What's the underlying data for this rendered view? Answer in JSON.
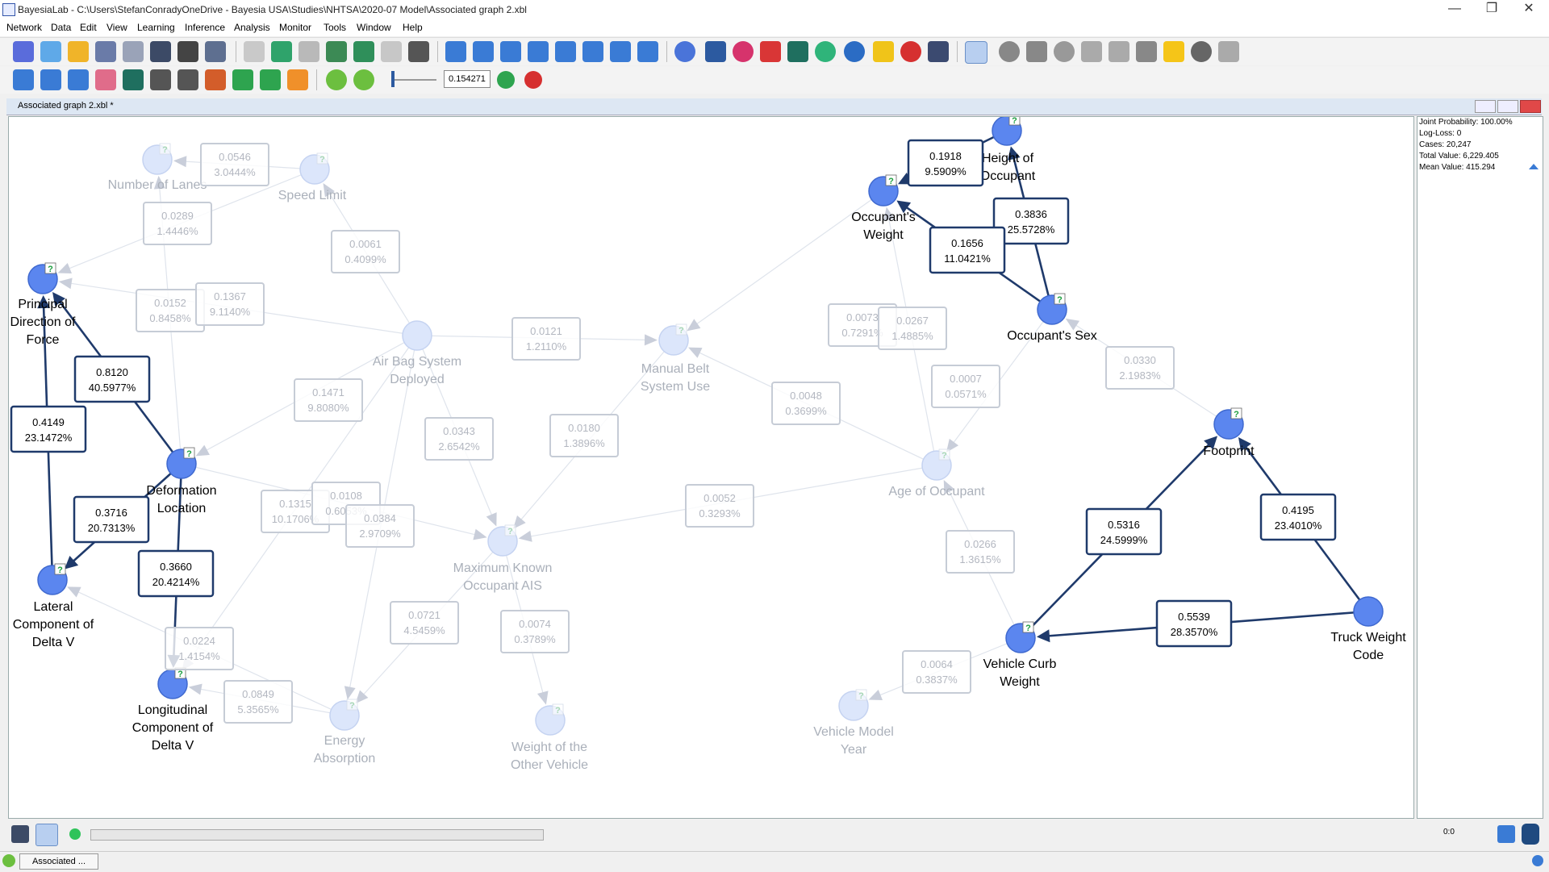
{
  "window": {
    "title": "BayesiaLab - C:\\Users\\StefanConradyOneDrive - Bayesia USA\\Studies\\NHTSA\\2020-07 Model\\Associated graph 2.xbl",
    "minimize": "—",
    "restore": "❐",
    "close": "✕"
  },
  "menu": [
    "Network",
    "Data",
    "Edit",
    "View",
    "Learning",
    "Inference",
    "Analysis",
    "Monitor",
    "Tools",
    "Window",
    "Help"
  ],
  "toolbar": {
    "threshold_value": "0.154271"
  },
  "document": {
    "tab_title": "Associated graph 2.xbl *"
  },
  "info_panel": {
    "joint_probability": "Joint Probability: 100.00%",
    "log_loss": "Log-Loss: 0",
    "cases": "Cases: 20,247",
    "total_value": "Total Value: 6,229.405",
    "mean_value": "Mean Value: 415.294"
  },
  "status": {
    "tab_label": "Associated ...",
    "counter": "0:0"
  },
  "graph": {
    "nodes": [
      {
        "id": "number_of_lanes",
        "label": [
          "Number of Lanes"
        ],
        "faded": true,
        "question": true
      },
      {
        "id": "speed_limit",
        "label": [
          "Speed Limit"
        ],
        "faded": true,
        "question": true
      },
      {
        "id": "principal_direction",
        "label": [
          "Principal",
          "Direction of",
          "Force"
        ],
        "faded": false,
        "question": true
      },
      {
        "id": "air_bag",
        "label": [
          "Air Bag System",
          "Deployed"
        ],
        "faded": true,
        "question": false
      },
      {
        "id": "manual_belt",
        "label": [
          "Manual Belt",
          "System Use"
        ],
        "faded": true,
        "question": true
      },
      {
        "id": "deformation_location",
        "label": [
          "Deformation",
          "Location"
        ],
        "faded": false,
        "question": true
      },
      {
        "id": "lateral_delta_v",
        "label": [
          "Lateral",
          "Component of",
          "Delta V"
        ],
        "faded": false,
        "question": true
      },
      {
        "id": "longitudinal_delta_v",
        "label": [
          "Longitudinal",
          "Component of",
          "Delta V"
        ],
        "faded": false,
        "question": true
      },
      {
        "id": "max_ais",
        "label": [
          "Maximum Known",
          "Occupant AIS"
        ],
        "faded": true,
        "question": true
      },
      {
        "id": "energy_absorption",
        "label": [
          "Energy",
          "Absorption"
        ],
        "faded": true,
        "question": true
      },
      {
        "id": "weight_other_vehicle",
        "label": [
          "Weight of the",
          "Other Vehicle"
        ],
        "faded": true,
        "question": true
      },
      {
        "id": "height_occupant",
        "label": [
          "Height of",
          "Occupant"
        ],
        "faded": false,
        "question": true
      },
      {
        "id": "occupant_weight",
        "label": [
          "Occupant's",
          "Weight"
        ],
        "faded": false,
        "question": true
      },
      {
        "id": "occupant_sex",
        "label": [
          "Occupant's Sex"
        ],
        "faded": false,
        "question": true
      },
      {
        "id": "age_occupant",
        "label": [
          "Age of Occupant"
        ],
        "faded": true,
        "question": true
      },
      {
        "id": "vehicle_model_year",
        "label": [
          "Vehicle Model",
          "Year"
        ],
        "faded": true,
        "question": true
      },
      {
        "id": "footprint",
        "label": [
          "Footprint"
        ],
        "faded": false,
        "question": true
      },
      {
        "id": "vehicle_curb_weight",
        "label": [
          "Vehicle Curb",
          "Weight"
        ],
        "faded": false,
        "question": true
      },
      {
        "id": "truck_weight_code",
        "label": [
          "Truck Weight",
          "Code"
        ],
        "faded": false,
        "question": false
      }
    ],
    "edges": [
      {
        "from": "speed_limit",
        "to": "number_of_lanes",
        "value": "0.0546",
        "percent": "3.0444%",
        "strong": false
      },
      {
        "from": "speed_limit",
        "to": "principal_direction",
        "value": "0.0289",
        "percent": "1.4446%",
        "strong": false
      },
      {
        "from": "air_bag",
        "to": "speed_limit",
        "value": "0.0061",
        "percent": "0.4099%",
        "strong": false
      },
      {
        "from": "deformation_location",
        "to": "number_of_lanes",
        "value": "0.0152",
        "percent": "0.8458%",
        "strong": false
      },
      {
        "from": "air_bag",
        "to": "principal_direction",
        "value": "0.1367",
        "percent": "9.1140%",
        "strong": false
      },
      {
        "from": "air_bag",
        "to": "manual_belt",
        "value": "0.0121",
        "percent": "1.2110%",
        "strong": false
      },
      {
        "from": "air_bag",
        "to": "deformation_location",
        "value": "0.1471",
        "percent": "9.8080%",
        "strong": false
      },
      {
        "from": "air_bag",
        "to": "max_ais",
        "value": "0.0343",
        "percent": "2.6542%",
        "strong": false
      },
      {
        "from": "manual_belt",
        "to": "max_ais",
        "value": "0.0180",
        "percent": "1.3896%",
        "strong": false
      },
      {
        "from": "occupant_weight",
        "to": "manual_belt",
        "value": "0.0073",
        "percent": "0.7291%",
        "strong": false
      },
      {
        "from": "age_occupant",
        "to": "occupant_weight",
        "value": "0.0267",
        "percent": "1.4885%",
        "strong": false
      },
      {
        "from": "age_occupant",
        "to": "manual_belt",
        "value": "0.0048",
        "percent": "0.3699%",
        "strong": false
      },
      {
        "from": "occupant_sex",
        "to": "age_occupant",
        "value": "0.0007",
        "percent": "0.0571%",
        "strong": false
      },
      {
        "from": "footprint",
        "to": "occupant_sex",
        "value": "0.0330",
        "percent": "2.1983%",
        "strong": false
      },
      {
        "from": "age_occupant",
        "to": "max_ais",
        "value": "0.0052",
        "percent": "0.3293%",
        "strong": false
      },
      {
        "from": "vehicle_curb_weight",
        "to": "age_occupant",
        "value": "0.0266",
        "percent": "1.3615%",
        "strong": false
      },
      {
        "from": "vehicle_curb_weight",
        "to": "vehicle_model_year",
        "value": "0.0064",
        "percent": "0.3837%",
        "strong": false
      },
      {
        "from": "air_bag",
        "to": "longitudinal_delta_v",
        "value": "0.1315",
        "percent": "10.1706%",
        "strong": false
      },
      {
        "from": "deformation_location",
        "to": "max_ais",
        "value": "0.0108",
        "percent": "0.6053%",
        "strong": false
      },
      {
        "from": "air_bag",
        "to": "energy_absorption",
        "value": "0.0384",
        "percent": "2.9709%",
        "strong": false
      },
      {
        "from": "max_ais",
        "to": "energy_absorption",
        "value": "0.0721",
        "percent": "4.5459%",
        "strong": false
      },
      {
        "from": "max_ais",
        "to": "weight_other_vehicle",
        "value": "0.0074",
        "percent": "0.3789%",
        "strong": false
      },
      {
        "from": "energy_absorption",
        "to": "longitudinal_delta_v",
        "value": "0.0849",
        "percent": "5.3565%",
        "strong": false
      },
      {
        "from": "energy_absorption",
        "to": "lateral_delta_v",
        "value": "0.0224",
        "percent": "1.4154%",
        "strong": false
      },
      {
        "from": "deformation_location",
        "to": "principal_direction",
        "value": "0.8120",
        "percent": "40.5977%",
        "strong": true
      },
      {
        "from": "lateral_delta_v",
        "to": "principal_direction",
        "value": "0.4149",
        "percent": "23.1472%",
        "strong": true
      },
      {
        "from": "deformation_location",
        "to": "lateral_delta_v",
        "value": "0.3716",
        "percent": "20.7313%",
        "strong": true
      },
      {
        "from": "deformation_location",
        "to": "longitudinal_delta_v",
        "value": "0.3660",
        "percent": "20.4214%",
        "strong": true
      },
      {
        "from": "height_occupant",
        "to": "occupant_weight",
        "value": "0.1918",
        "percent": "9.5909%",
        "strong": true
      },
      {
        "from": "occupant_sex",
        "to": "height_occupant",
        "value": "0.3836",
        "percent": "25.5728%",
        "strong": true
      },
      {
        "from": "occupant_sex",
        "to": "occupant_weight",
        "value": "0.1656",
        "percent": "11.0421%",
        "strong": true
      },
      {
        "from": "vehicle_curb_weight",
        "to": "footprint",
        "value": "0.5316",
        "percent": "24.5999%",
        "strong": true
      },
      {
        "from": "truck_weight_code",
        "to": "footprint",
        "value": "0.4195",
        "percent": "23.4010%",
        "strong": true
      },
      {
        "from": "truck_weight_code",
        "to": "vehicle_curb_weight",
        "value": "0.5539",
        "percent": "28.3570%",
        "strong": true
      }
    ]
  }
}
